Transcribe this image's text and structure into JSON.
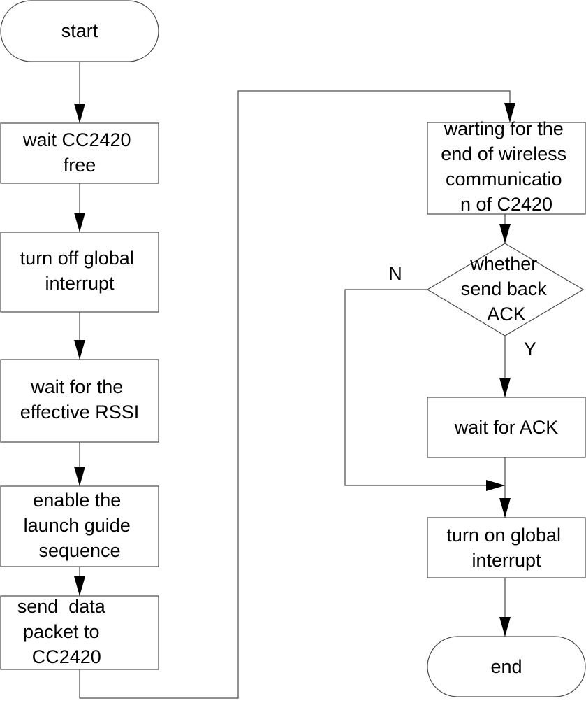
{
  "nodes": {
    "start": "start",
    "wait_cc2420": [
      "wait CC2420",
      "free"
    ],
    "turn_off": [
      "turn off global",
      "interrupt"
    ],
    "wait_rssi": [
      "wait for the",
      "effective RSSI"
    ],
    "enable_launch": [
      "enable the",
      "launch guide",
      "sequence"
    ],
    "send_packet": [
      "send  data",
      "packet to",
      "CC2420"
    ],
    "waiting_end": [
      "warting for the",
      "end of wireless",
      "communicatio",
      "n of C2420"
    ],
    "decision": [
      "whether",
      "send back",
      "ACK"
    ],
    "wait_ack": "wait for ACK",
    "turn_on": [
      "turn on global",
      "interrupt"
    ],
    "end": "end"
  },
  "labels": {
    "no": "N",
    "yes": "Y"
  }
}
